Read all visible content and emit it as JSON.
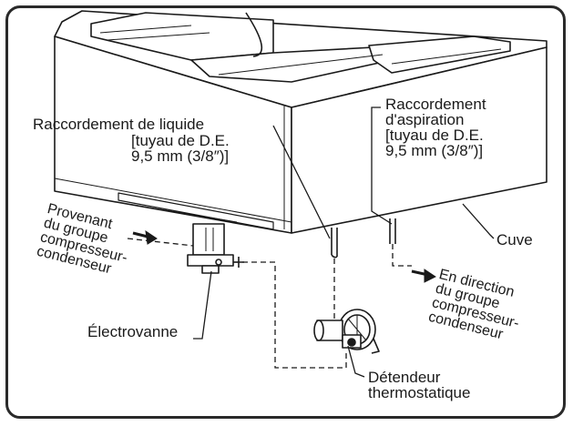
{
  "labels": {
    "liquid": [
      "Raccordement de liquide",
      "[tuyau de D.E.",
      "9,5 mm (3/8″)]"
    ],
    "suction": [
      "Raccordement",
      "d'aspiration",
      "[tuyau de D.E.",
      "9,5 mm (3/8″)]"
    ],
    "cuve": "Cuve",
    "from_unit": [
      "Provenant",
      "du groupe",
      "compresseur-",
      "condenseur"
    ],
    "to_unit": [
      "En direction",
      "du groupe",
      "compresseur-",
      "condenseur"
    ],
    "solenoid": "Électrovanne",
    "expansion_valve": [
      "Détendeur",
      "thermostatique"
    ]
  },
  "colors": {
    "line": "#1a1a1a",
    "outline": "#2a2a2a",
    "background": "#ffffff"
  }
}
